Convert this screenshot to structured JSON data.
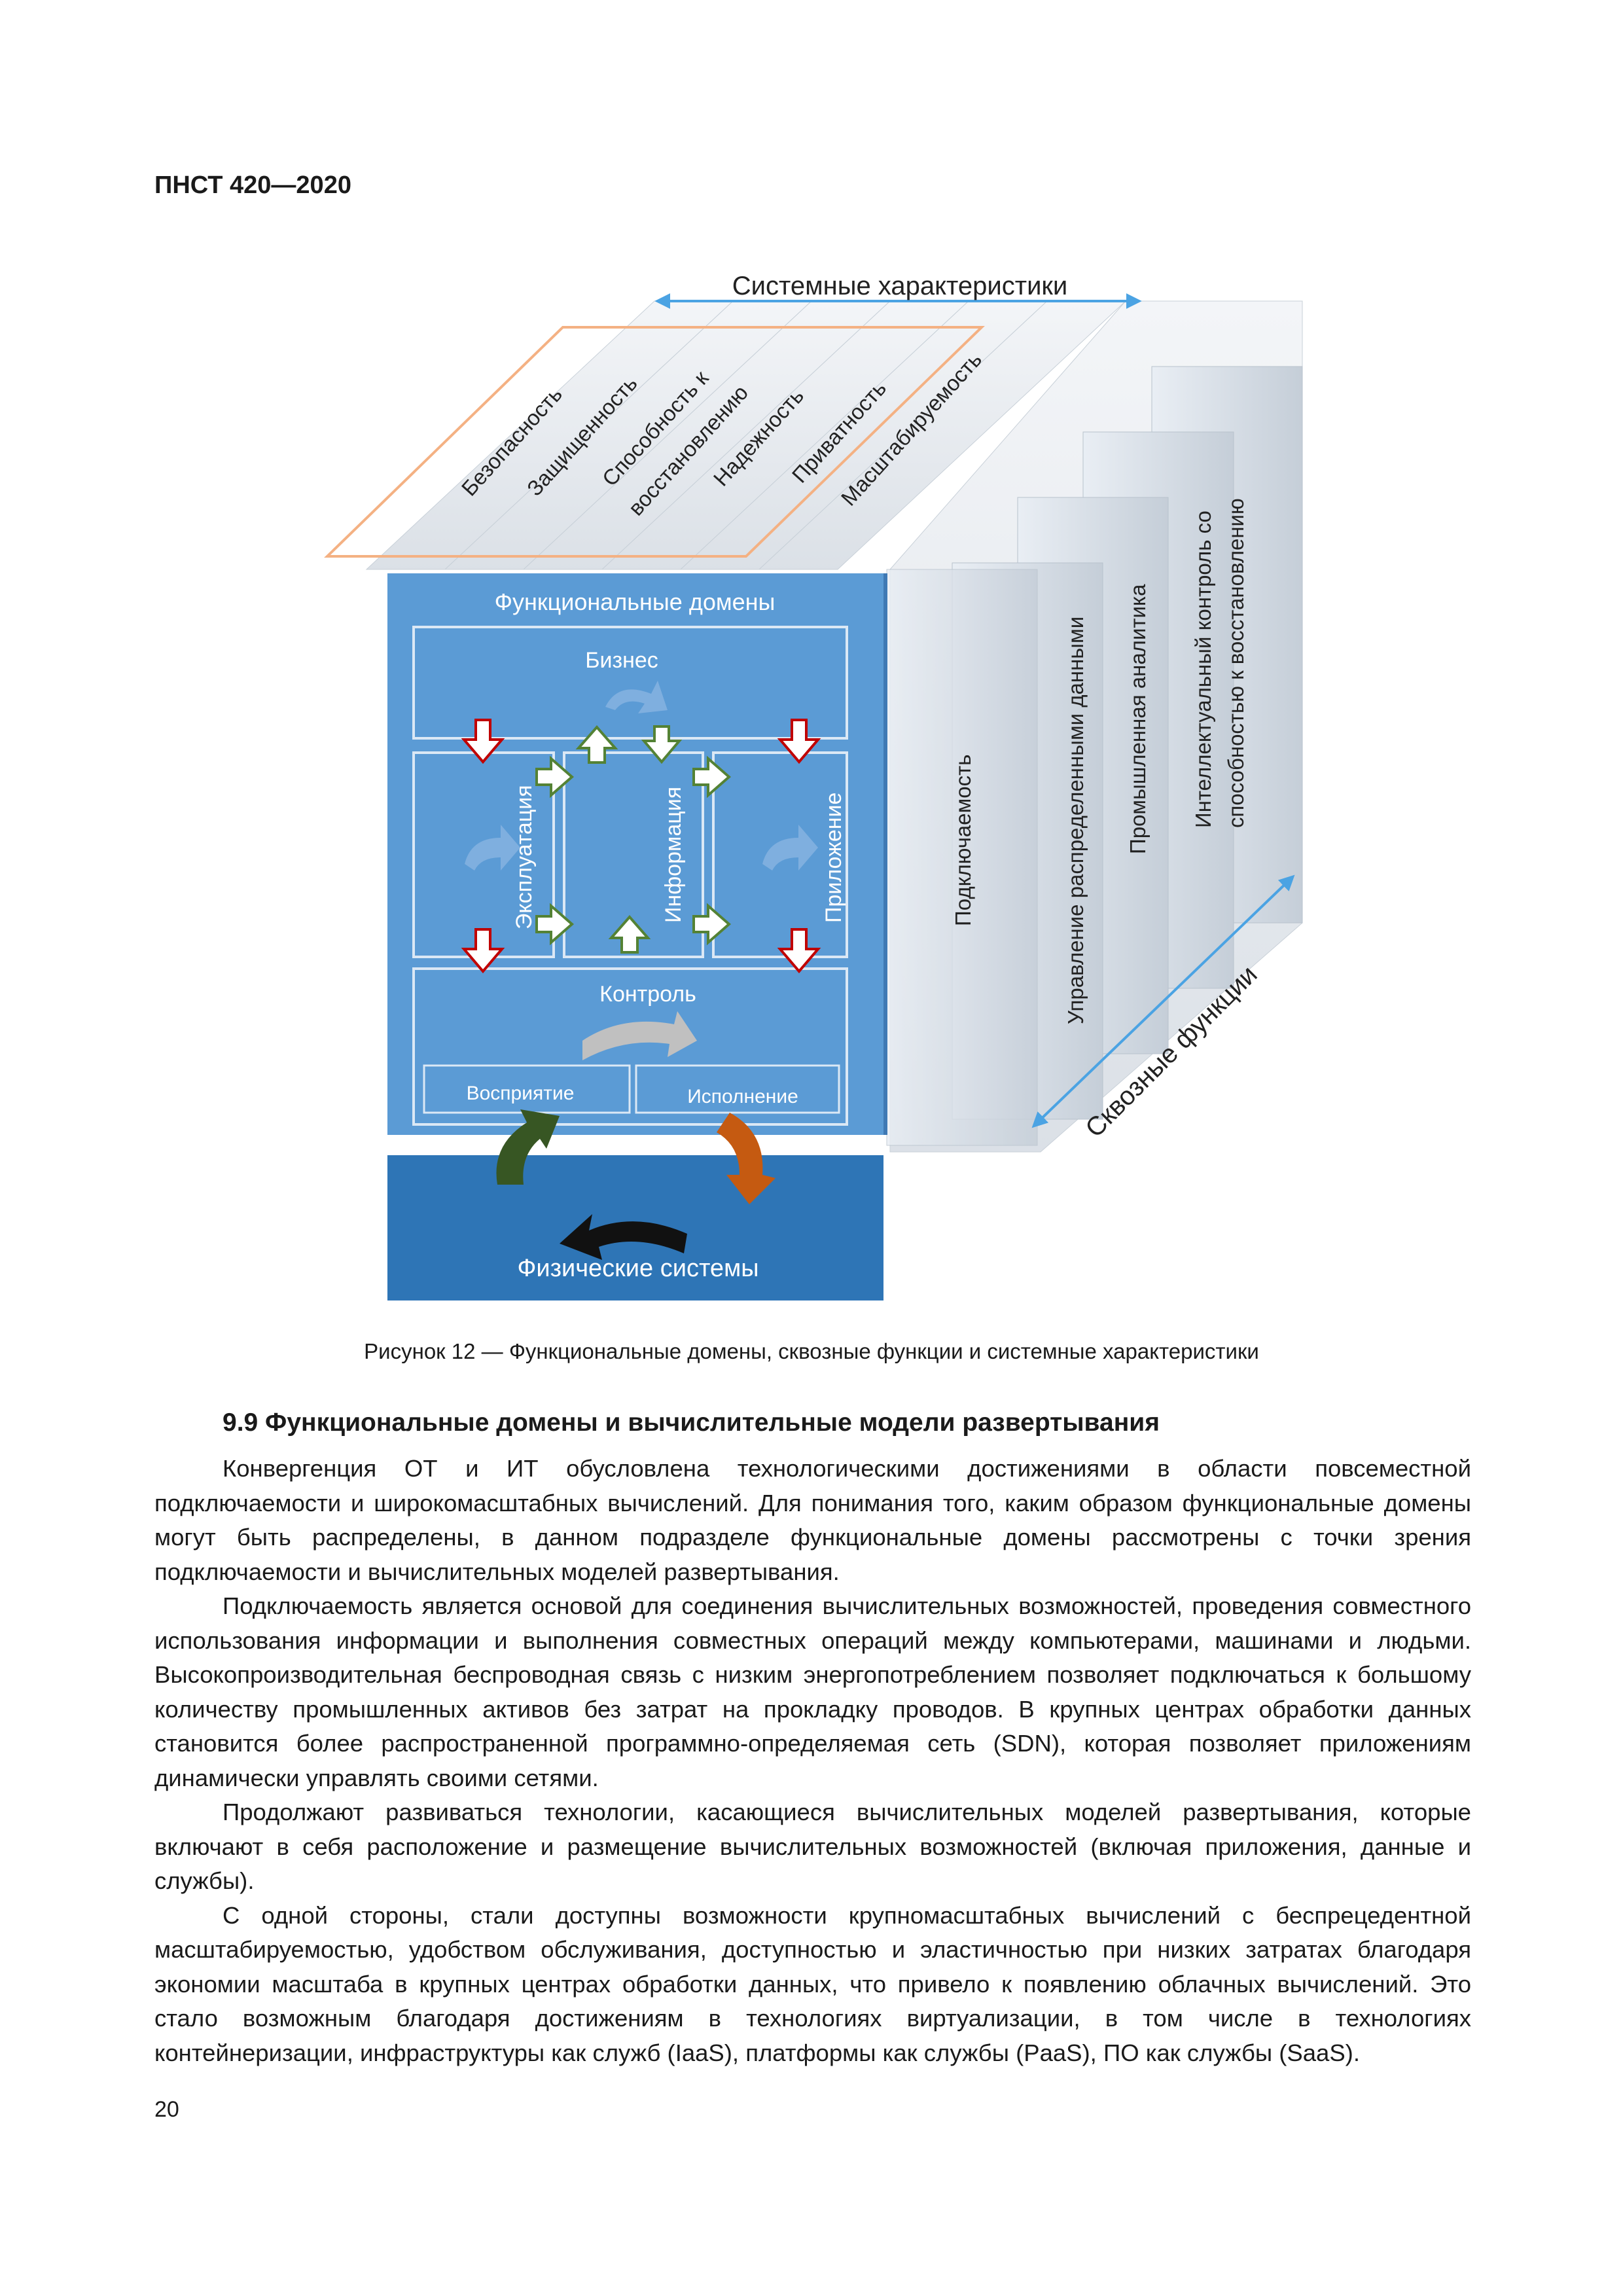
{
  "header": {
    "standard": "ПНСТ 420—2020"
  },
  "figure": {
    "system_characteristics_label": "Системные характеристики",
    "characteristics": [
      "Безопасность",
      "Защищенность",
      "Способность к",
      "восстановлению",
      "Надежность",
      "Приватность",
      "Масштабируемость"
    ],
    "functional_domains_label": "Функциональные домены",
    "domains": {
      "business": "Бизнес",
      "operations": "Эксплуатация",
      "information": "Информация",
      "application": "Приложение",
      "control": "Контроль",
      "sensing": "Восприятие",
      "actuation": "Исполнение"
    },
    "crosscutting_label": "Сквозные функции",
    "crosscutting_functions": [
      "Подключаемость",
      "Управление распределенными данными",
      "Промышленная аналитика",
      "Интеллектуальный контроль со",
      "способностью к восстановлению"
    ],
    "physical_systems_label": "Физические системы",
    "colors": {
      "domain_blue": "#5b9bd5",
      "physical_blue": "#2e75b6",
      "orange_outline": "#f4b183",
      "arrow_red": "#c00000",
      "arrow_green": "#548235",
      "arrow_orange": "#c55a11"
    }
  },
  "caption": "Рисунок 12 — Функциональные домены, сквозные функции и системные характеристики",
  "section_title": "9.9 Функциональные домены и вычислительные модели развертывания",
  "paragraphs": [
    "Конвергенция ОТ и ИТ обусловлена технологическими достижениями в области повсеместной подключаемости и широкомасштабных вычислений. Для понимания того, каким образом функциональные домены могут быть распределены, в данном подразделе функциональные домены рассмотрены с точки зрения подключаемости и вычислительных моделей развертывания.",
    "Подключаемость является основой для соединения вычислительных возможностей, проведения совместного использования информации и выполнения совместных операций между компьютерами, машинами и людьми. Высокопроизводительная беспроводная связь с низким энергопотреблением позволяет подключаться к большому количеству промышленных активов без затрат на прокладку проводов. В крупных центрах обработки данных становится более распространенной программно-определяемая сеть (SDN), которая позволяет приложениям динамически управлять своими сетями.",
    "Продолжают развиваться технологии, касающиеся вычислительных моделей развертывания, которые включают в себя расположение и размещение вычислительных возможностей (включая приложения, данные и службы).",
    "С одной стороны, стали доступны возможности крупномасштабных вычислений с беспрецедентной масштабируемостью, удобством обслуживания, доступностью и эластичностью при низких затратах благодаря экономии масштаба в крупных центрах обработки данных, что привело к появлению облачных вычислений. Это стало возможным благодаря достижениям в технологиях виртуализации, в том числе в технологиях контейнеризации, инфраструктуры как служб (IaaS), платформы как службы (PaaS), ПО как службы (SaaS)."
  ],
  "page_number": "20"
}
